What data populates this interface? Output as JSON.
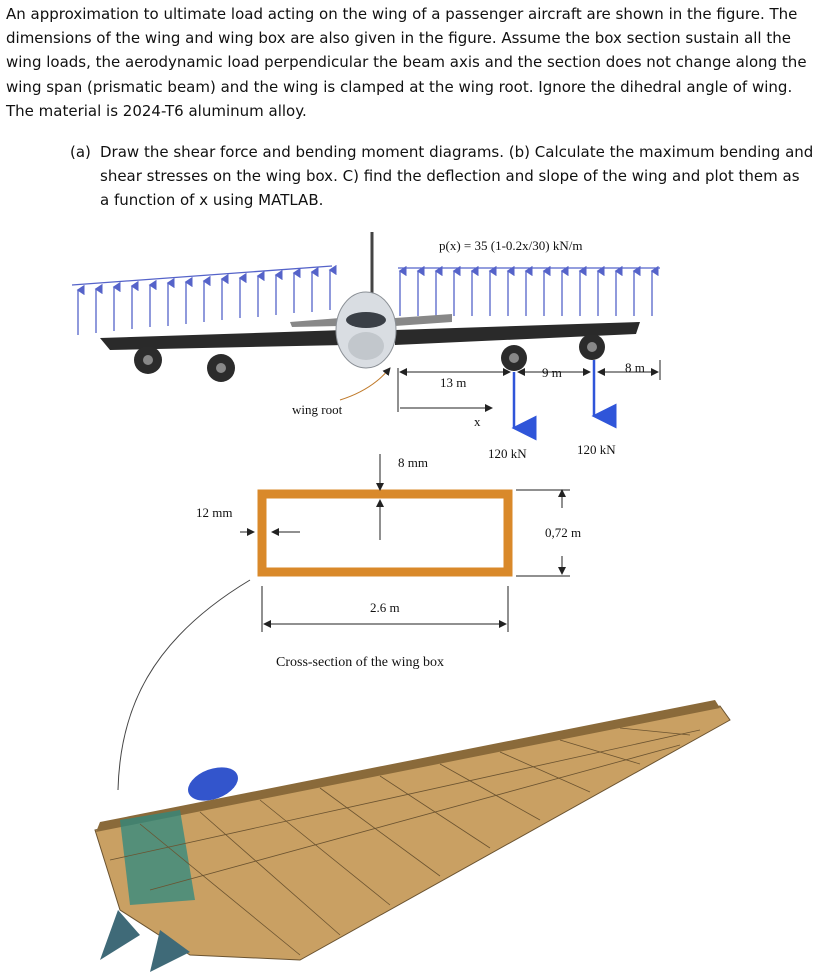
{
  "problem": {
    "intro_lines": [
      "An approximation to ultimate load acting on the wing of a passenger aircraft are shown in the figure. The",
      "dimensions of the wing and wing box are also given in the figure. Assume the box section sustain all the",
      "wing loads, the aerodynamic load perpendicular the beam axis and the section does not change along the",
      "wing span (prismatic beam) and the wing is clamped at the wing root. Ignore the dihedral angle of wing.",
      "The material is 2024-T6 aluminum alloy."
    ],
    "part_label": "(a)",
    "part_lines": [
      "Draw the shear force and bending moment diagrams. (b) Calculate the maximum bending and",
      "shear stresses on the wing box. C) find the deflection and slope of the wing and plot them as",
      "a function of x using MATLAB."
    ]
  },
  "figure": {
    "load_equation": "p(x) = 35 (1-0.2x/30) kN/m",
    "dim_13m": "13 m",
    "dim_9m": "9 m",
    "dim_8m": "8 m",
    "wing_root_label": "wing root",
    "x_label": "x",
    "force_1": "120 kN",
    "force_2": "120 kN",
    "thickness_top": "8 mm",
    "thickness_side": "12 mm",
    "box_height": "0,72 m",
    "box_width": "2.6 m",
    "caption": "Cross-section of the wing box",
    "colors": {
      "load_arrows": "#5563c9",
      "box_stroke": "#d9892a",
      "wing_skin": "#c9a063",
      "engine": "#3355cc"
    }
  }
}
